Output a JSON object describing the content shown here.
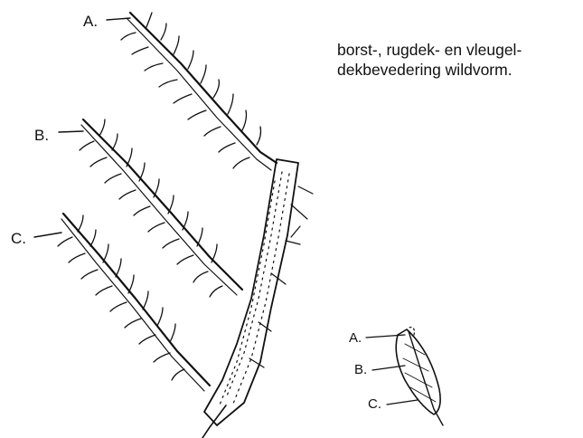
{
  "caption": {
    "line1": "borst-, rugdek- en vleugel-",
    "line2": "dekbevedering wildvorm."
  },
  "labels": {
    "large": [
      "A.",
      "B.",
      "C."
    ],
    "small": [
      "A.",
      "B.",
      "C."
    ]
  }
}
